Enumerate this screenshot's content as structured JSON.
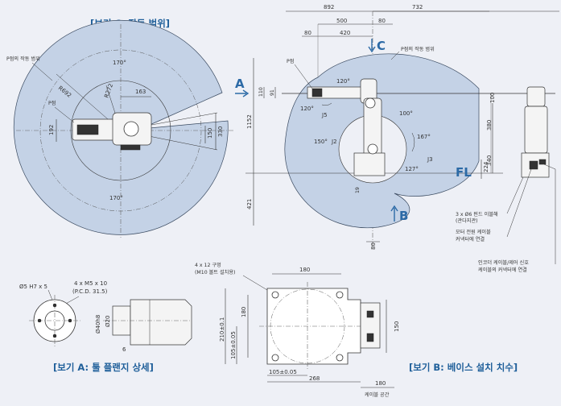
{
  "views": {
    "c_title": "[보기 C: 작동 범위]",
    "a_title": "[보기 A: 툴 플랜지 상세]",
    "b_title": "[보기 B: 베이스 설치 치수]"
  },
  "view_c": {
    "p_range": "P점의 작동 범위",
    "p_point": "P점",
    "angle_top": "170°",
    "angle_bottom": "170°",
    "r_outer": "R692",
    "r_inner": "R272",
    "dim_163": "163",
    "dim_192": "192",
    "dim_150": "150",
    "dim_330": "330"
  },
  "side": {
    "dim_892": "892",
    "dim_732": "732",
    "dim_500": "500",
    "dim_80a": "80",
    "dim_80b": "80",
    "dim_420": "420",
    "c_label": "C",
    "p_range": "P점의 작동 범위",
    "a_label": "A",
    "b_label": "B",
    "fl": "FL",
    "p_point": "P점",
    "dim_1152": "1152",
    "dim_421": "421",
    "dim_110": "110",
    "dim_91": "91",
    "ang_120a": "120°",
    "ang_120b": "120°",
    "j5": "J5",
    "ang_100": "100°",
    "ang_167": "167°",
    "ang_150": "150°",
    "j2": "J2",
    "ang_127": "127°",
    "j3": "J3",
    "dim_19": "19",
    "dim_380": "380",
    "dim_340": "340",
    "dim_224": "224",
    "dim_100": "100",
    "dim_80c": "80"
  },
  "notes": {
    "hole_line1": "3 x Ø6 핀드 이블해",
    "hole_line2": "(관다지관)",
    "motor_line1": "모터 전원 케이블",
    "motor_line2": "커넥터에 연결",
    "enc_line1": "인코더 케이블/제어 신호",
    "enc_line2": "케이블의 커넥터에 연결"
  },
  "view_a": {
    "phi5": "Ø5 H7 x 5",
    "m5_line1": "4 x M5 x 10",
    "m5_line2": "(P.C.D. 31.5)",
    "d40": "Ø40h8",
    "d20": "Ø20",
    "six": "6"
  },
  "view_b": {
    "holes_line1": "4 x 12 구멍",
    "holes_line2": "(M10 볼트 설치용)",
    "d180_top": "180",
    "d180_left": "180",
    "d210": "210±0.1",
    "d105v": "105±0.05",
    "d105h": "105±0.05",
    "d268": "268",
    "d150": "150",
    "d180_cable": "180",
    "cable_space": "케이블 공간"
  }
}
